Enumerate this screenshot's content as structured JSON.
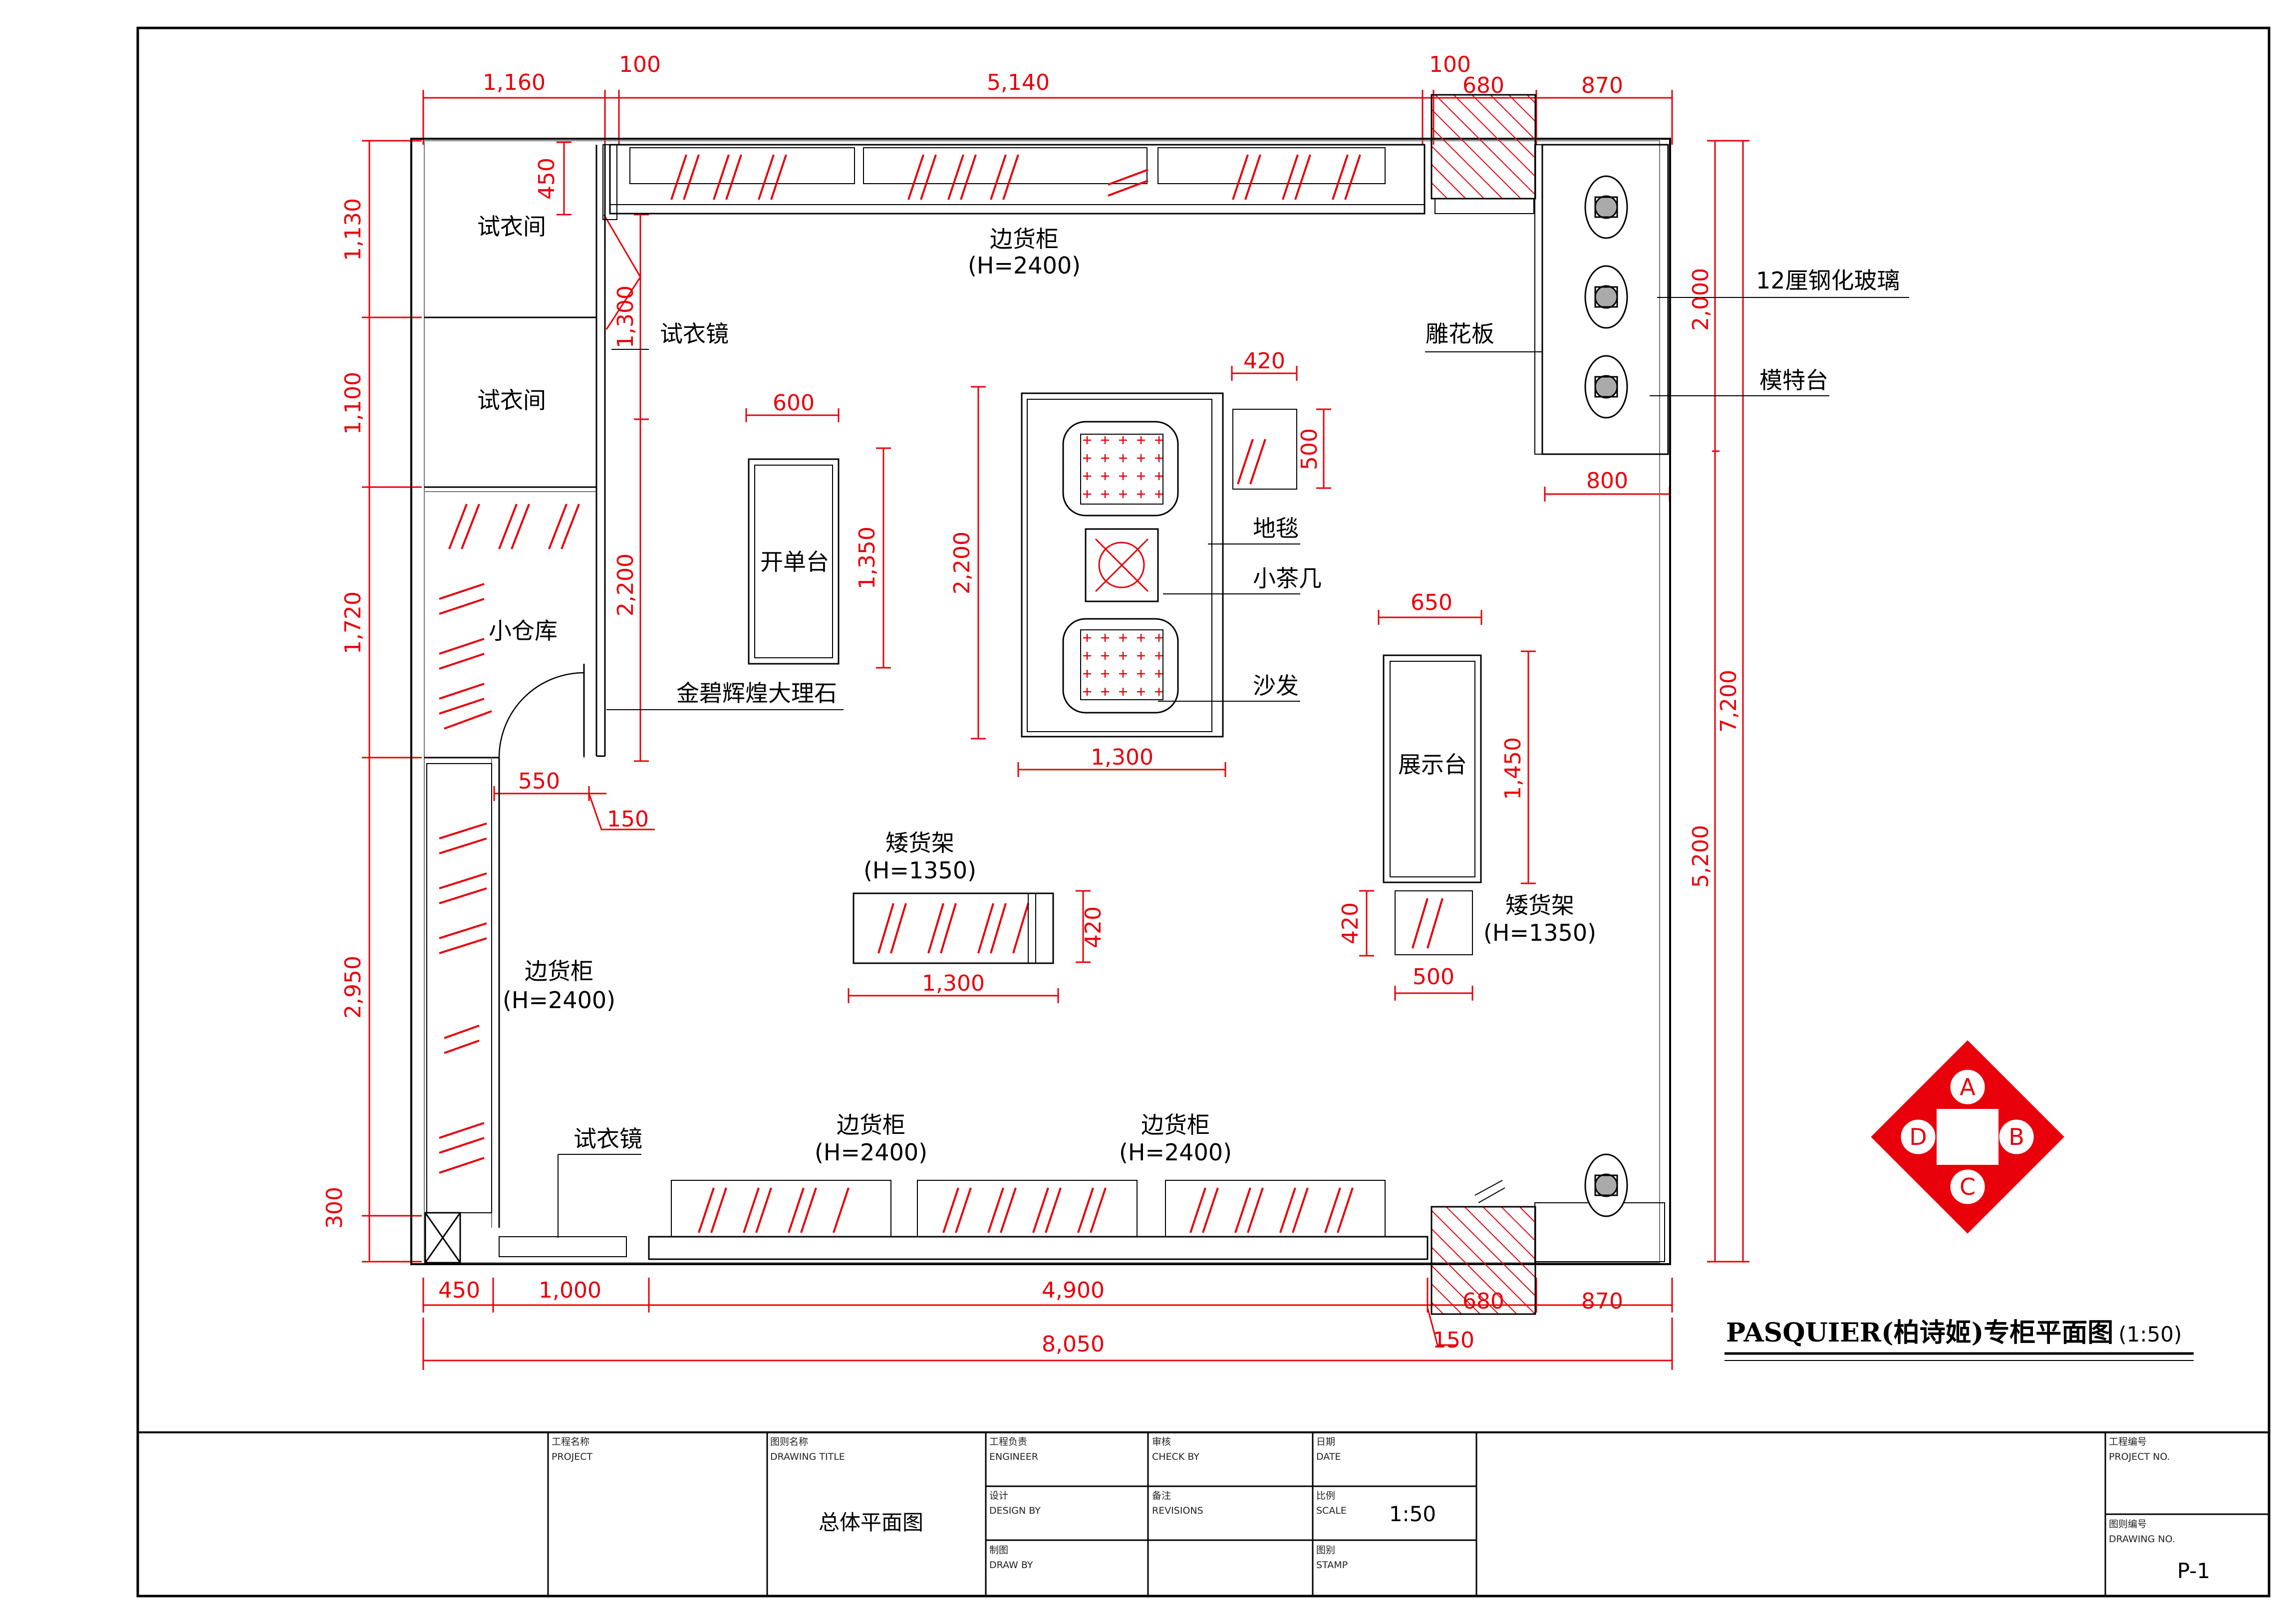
{
  "dims": {
    "top": [
      "1,160",
      "100",
      "5,140",
      "100",
      "680",
      "870"
    ],
    "bottom": [
      "450",
      "1,000",
      "4,900",
      "680",
      "870"
    ],
    "total": "8,050",
    "bottom_small": "150",
    "left": [
      "1,130",
      "1,100",
      "1,720",
      "2,950",
      "300"
    ],
    "right_outer": "7,200",
    "right_inner": [
      "2,000",
      "5,200"
    ],
    "fitting_450": "450",
    "mirror_1300": "1,300",
    "marble_2200": "2,200",
    "door_550": "550",
    "door_150": "150",
    "counter_w": "600",
    "counter_h": "1,350",
    "rug_h": "2,200",
    "rug_w": "1,300",
    "small_w": "420",
    "small_h": "500",
    "display_w": "650",
    "display_h": "1,450",
    "shelf_c_h": "420",
    "shelf_c_w": "1,300",
    "shelf_r_h": "420",
    "shelf_r_w": "500",
    "model_w": "800"
  },
  "labels": {
    "fitting_room_1": "试衣间",
    "fitting_room_2": "试衣间",
    "fitting_mirror_1": "试衣镜",
    "fitting_mirror_2": "试衣镜",
    "storage": "小仓库",
    "marble": "金碧辉煌大理石",
    "counter": "开单台",
    "cabinet_top": "边货柜",
    "cabinet_top_h": "(H=2400)",
    "cabinet_left": "边货柜",
    "cabinet_left_h": "(H=2400)",
    "cabinet_bottom_1": "边货柜",
    "cabinet_bottom_1_h": "(H=2400)",
    "cabinet_bottom_2": "边货柜",
    "cabinet_bottom_2_h": "(H=2400)",
    "carpet": "地毯",
    "tea_table": "小茶几",
    "sofa": "沙发",
    "display": "展示台",
    "low_shelf_center": "矮货架",
    "low_shelf_center_h": "(H=1350)",
    "low_shelf_right": "矮货架",
    "low_shelf_right_h": "(H=1350)",
    "carved_panel": "雕花板",
    "glass": "12厘钢化玻璃",
    "model_stage": "模特台"
  },
  "compass": [
    "A",
    "B",
    "C",
    "D"
  ],
  "title": {
    "brand": "PASQUIER",
    "name": "(柏诗姬)专柜平面图",
    "scale": "(1:50)"
  },
  "titleblock": {
    "project_cn": "工程名称",
    "project_en": "PROJECT",
    "drawing_cn": "图则名称",
    "drawing_en": "DRAWING TITLE",
    "drawing_value": "总体平面图",
    "engineer_cn": "工程负责",
    "engineer_en": "ENGINEER",
    "check_cn": "审核",
    "check_en": "CHECK BY",
    "date_cn": "日期",
    "date_en": "DATE",
    "design_cn": "设计",
    "design_en": "DESIGN BY",
    "revisions_cn": "备注",
    "revisions_en": "REVISIONS",
    "scale_cn": "比例",
    "scale_en": "SCALE",
    "scale_value": "1:50",
    "draw_cn": "制图",
    "draw_en": "DRAW BY",
    "stamp_cn": "图别",
    "stamp_en": "STAMP",
    "project_no_cn": "工程编号",
    "project_no_en": "PROJECT NO.",
    "drawing_no_cn": "图则编号",
    "drawing_no_en": "DRAWING NO.",
    "drawing_no_value": "P-1"
  },
  "colors": {
    "dimension": "#e8000b",
    "line": "#000000"
  }
}
